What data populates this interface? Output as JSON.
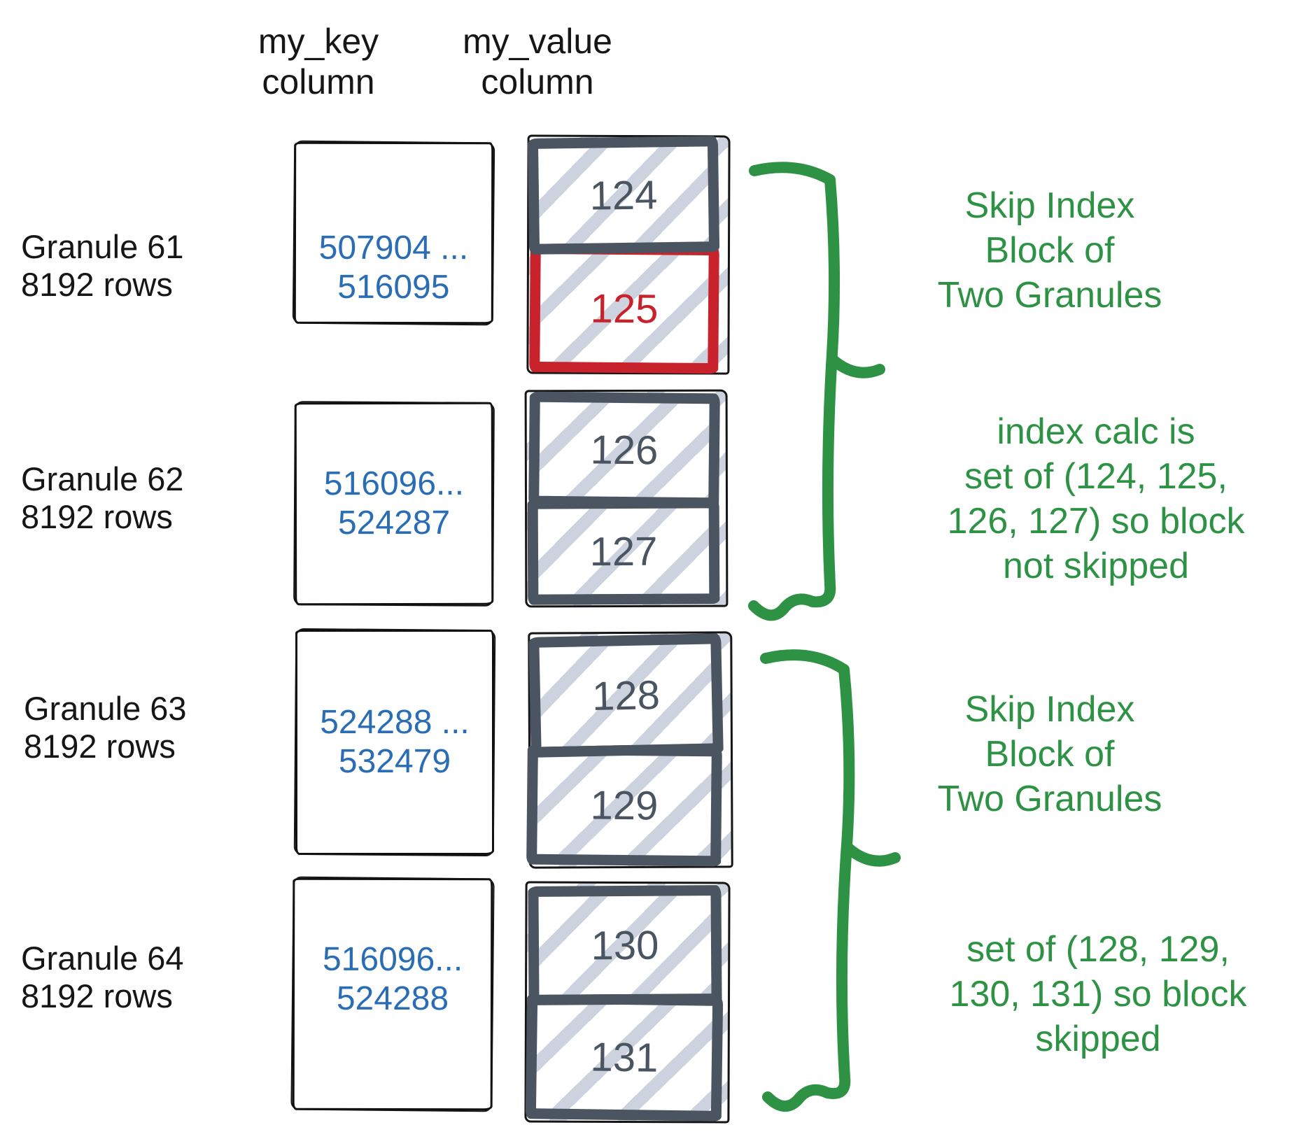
{
  "headers": {
    "key_column": "my_key\ncolumn",
    "value_column": "my_value\ncolumn"
  },
  "granules": [
    {
      "label": "Granule 61\n8192 rows",
      "key_range": "507904 ...\n516095",
      "blocks": [
        "124",
        "125"
      ]
    },
    {
      "label": "Granule 62\n8192 rows",
      "key_range": "516096...\n524287",
      "blocks": [
        "126",
        "127"
      ]
    },
    {
      "label": "Granule 63\n8192 rows",
      "key_range": "524288 ...\n532479",
      "blocks": [
        "128",
        "129"
      ]
    },
    {
      "label": "Granule 64\n8192 rows",
      "key_range": "516096...\n524288",
      "blocks": [
        "130",
        "131"
      ]
    }
  ],
  "highlighted_block": "125",
  "annotations": [
    "Skip Index\nBlock of\nTwo Granules",
    "index calc is\nset of (124, 125,\n126, 127) so block\nnot skipped",
    "Skip Index\nBlock of\nTwo Granules",
    "set of (128, 129,\n130, 131) so block\nskipped"
  ],
  "colors": {
    "ink": "#161616",
    "key_text": "#2a6db5",
    "block_border": "#4a5561",
    "block_highlight": "#c8232c",
    "hatch": "#ccd3de",
    "annotation": "#2e9245"
  }
}
